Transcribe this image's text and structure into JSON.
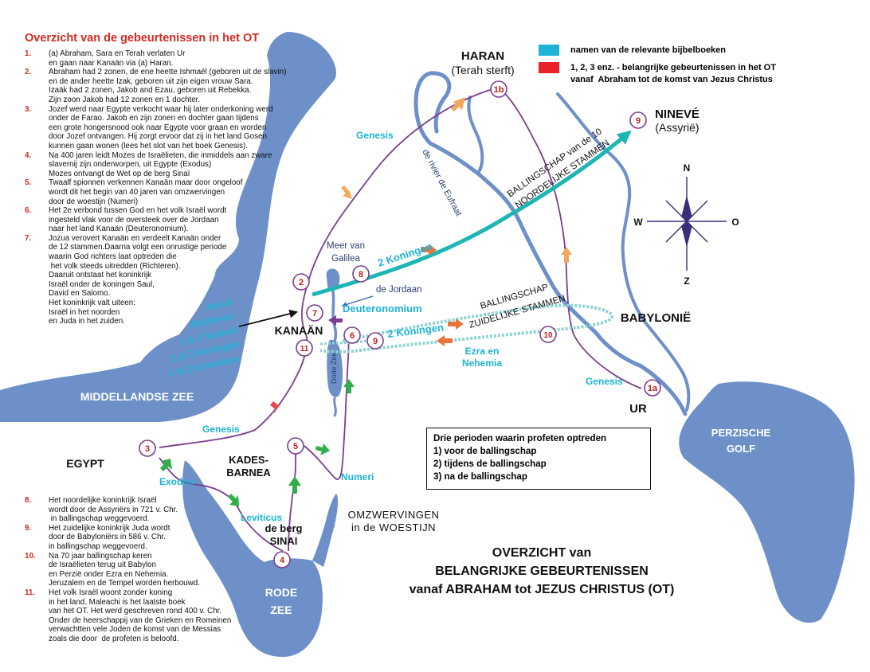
{
  "map_title": {
    "line1": "OVERZICHT van",
    "line2": "BELANGRIJKE GEBEURTENISSEN",
    "line3": "vanaf ABRAHAM tot JEZUS CHRISTUS (OT)"
  },
  "legend": {
    "colors": {
      "books": "#1cb3d6",
      "events": "#e8212a"
    },
    "books_label": "namen van de relevante bijbelboeken",
    "events_label": "1, 2, 3 enz. - belangrijke gebeurtenissen in het OT\nvanaf  Abraham tot de komst van Jezus Christus"
  },
  "overview": {
    "title": "Overzicht van de gebeurtenissen in het OT",
    "items": [
      {
        "num": "1.",
        "lines": "(a) Abraham, Sara en Terah verlaten Ur\nen gaan naar Kanaän via (a) Haran."
      },
      {
        "num": "2.",
        "lines": "Abraham had 2 zonen, de ene heette Ishmaël (geboren uit de slavin)\nen de ander heette Izak, geboren uit zijn eigen vrouw Sara.\nIzaäk had 2 zonen, Jakob and Ezau, geboren uit Rebekka.\nZijn zoon Jakob had 12 zonen en 1 dochter."
      },
      {
        "num": "3.",
        "lines": "Jozef werd naar Egypte verkocht waar hij later onderkoning werd\nonder de Farao. Jakob en zijn zonen en dochter gaan tijdens\neen grote hongersnood ook naar Egypte voor graan en worden\ndoor Jozef ontvangen. Hij zorgt ervoor dat zij in het land Gosen\nkunnen gaan wonen (lees het slot van het boek Genesis)."
      },
      {
        "num": "4.",
        "lines": "Na 400 jaren leidt Mozes de Israëlieten, die inmiddels aan zware\nslavernij zijn onderworpen, uit Egypte (Exodus)\nMozes ontvangt de Wet op de berg Sinaï"
      },
      {
        "num": "5.",
        "lines": "Twaalf spionnen verkennen Kanaän maar door ongeloof\nwordt dit het begin van 40 jaren van omzwervingen\ndoor de woestijn (Numeri)"
      },
      {
        "num": "6.",
        "lines": "Het 2e verbond tussen God en het volk Israël wordt\ningesteld vlak voor de oversteek over de Jordaan\nnaar het land Kanaän (Deuteronomium)."
      },
      {
        "num": "7.",
        "lines": "Jozua verovert Kanaän en verdeelt Kanaän onder\nde 12 stammen.Daarna volgt een onrustige periode\nwaarin God richters laat optreden die\n het volk steeds uitredden (Richteren).\nDaaruit ontstaat het koninkrijk\nIsraël onder de koningen Saul,\nDavid en Salomo.\nHet koninkrijk valt uiteen:\nIsraël in het noorden\nen Juda in het zuiden."
      }
    ],
    "items_bottom": [
      {
        "num": "8.",
        "lines": "Het noordelijke koninkrijk Israël\nwordt door de Assyriërs in 721 v. Chr.\n in ballingschap weggevoerd."
      },
      {
        "num": "9.",
        "lines": "Het zuidelijke koninkrijk Juda wordt\ndoor de Babyloniërs in 586 v. Chr.\nin ballingschap weggevoerd."
      },
      {
        "num": "10.",
        "lines": "Na 70 jaar ballingschap keren\nde Israëlieten terug uit Babylon\nen Perzië onder Ezra en Nehemia.\nJeruzalem en de Tempel worden herbouwd."
      },
      {
        "num": "11.",
        "lines": "Het volk Israël woont zonder koning\nin het land. Maleachi is het laatste boek\nvan het OT. Het werd geschreven rond 400 v. Chr.\nOnder de heerschappij van de Grieken en Romeinen\nverwachtten vele Joden de komst van de Messias\nzoals die door  de profeten is beloofd."
      }
    ]
  },
  "periods": {
    "title": "Drie perioden waarin profeten optreden",
    "items": [
      "1) voor de ballingschap",
      "2) tijdens de ballingschap",
      "3) na de ballingschap"
    ]
  },
  "places": {
    "haran": "HARAN",
    "haran_sub": "(Terah sterft)",
    "nineve": "NINEVÉ",
    "nineve_sub": "(Assyrië)",
    "babylonie": "BABYLONIË",
    "ur": "UR",
    "kanaan": "KANAÄN",
    "egypt": "EGYPT",
    "kadesbarnea_1": "KADES-",
    "kadesbarnea_2": "BARNEA",
    "sinai_1": "de berg",
    "sinai_2": "SINAI",
    "wilderness_1": "OMZWERVINGEN",
    "wilderness_2": "in de WOESTIJN",
    "meer_1": "Meer van",
    "meer_2": "Galilea",
    "jordaan": "de Jordaan",
    "eufraat": "de rivier de Eufraat",
    "dodezee": "Dode Zee"
  },
  "seas": {
    "med_1": "MIDDELLANDSE ZEE",
    "rode_1": "RODE",
    "rode_2": "ZEE",
    "perzisch_1": "PERZISCHE",
    "perzisch_2": "GOLF"
  },
  "books": {
    "genesis": "Genesis",
    "exodus": "Exodus",
    "leviticus": "Leviticus",
    "numeri": "Numeri",
    "deuteronomium": "Deuteronomium",
    "koningen": "2 Koningen",
    "ezra_1": "Ezra en",
    "ezra_2": "Nehemia",
    "jozua": [
      "Jozua",
      "Richteren",
      "1 & 2 Samuël",
      "1 & 2 Koningen",
      "1 & 2 Kronieken"
    ]
  },
  "exile": {
    "north_1": "BALLINGSCHAP van de 10",
    "north_2": "NOORDELIJKE STAMMEN",
    "south_1": "BALLINGSCHAP",
    "south_2": "ZUIDELIJKE STAMMEN"
  },
  "compass": {
    "n": "N",
    "s": "Z",
    "w": "W",
    "e": "O"
  },
  "markers": [
    "1a",
    "1b",
    "2",
    "3",
    "4",
    "5",
    "6",
    "7",
    "8",
    "9",
    "9",
    "10",
    "11"
  ]
}
